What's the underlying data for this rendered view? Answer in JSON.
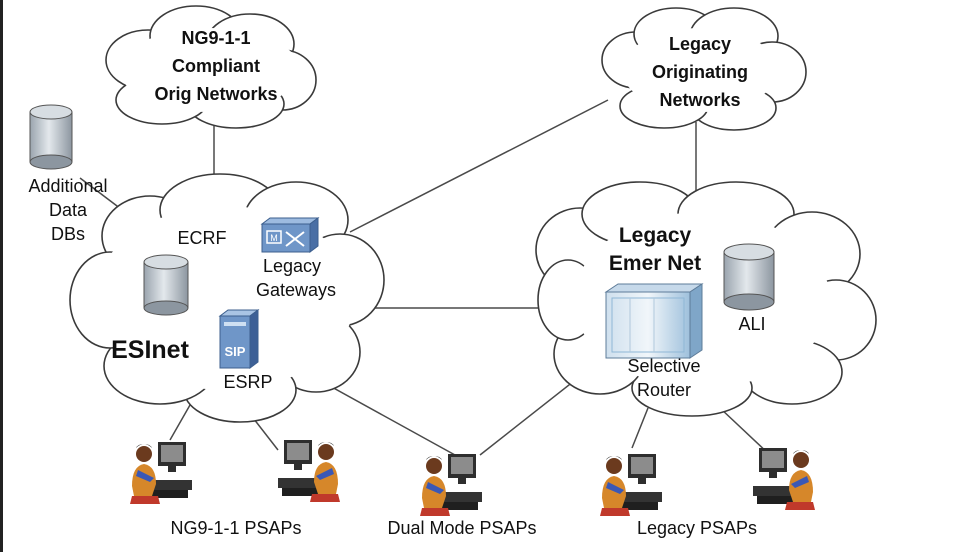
{
  "clouds": {
    "ng_orig": [
      "NG9-1-1",
      "Compliant",
      "Orig Networks"
    ],
    "legacy_orig": [
      "Legacy",
      "Originating",
      "Networks"
    ],
    "esinet": "ESInet",
    "legacy_emer": [
      "Legacy",
      "Emer Net"
    ]
  },
  "labels": {
    "additional_data": [
      "Additional",
      "Data",
      "DBs"
    ],
    "ecrf": "ECRF",
    "legacy_gateways": [
      "Legacy",
      "Gateways"
    ],
    "esrp": "ESRP",
    "ali": "ALI",
    "selective_router": [
      "Selective",
      "Router"
    ]
  },
  "psaps": {
    "ng911": "NG9-1-1 PSAPs",
    "dual": "Dual Mode PSAPs",
    "legacy": "Legacy PSAPs"
  },
  "icons": [
    "database-icon",
    "gateway-icon",
    "esrp-server-icon",
    "selective-router-icon",
    "dispatcher-icon"
  ],
  "colors": {
    "db_fill": "#b9c2cc",
    "router_fill": "#8fb7d6",
    "gateway_fill": "#6f96c8",
    "line": "#4a4a4a"
  }
}
